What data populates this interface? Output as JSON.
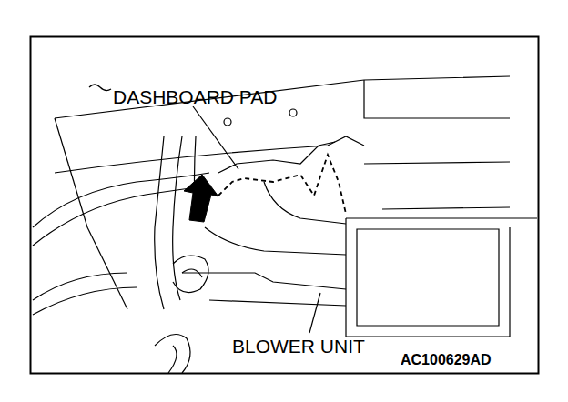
{
  "diagram": {
    "labels": [
      "DASHBOARD PAD",
      "BLOWER UNIT",
      "AC100629AD"
    ]
  }
}
